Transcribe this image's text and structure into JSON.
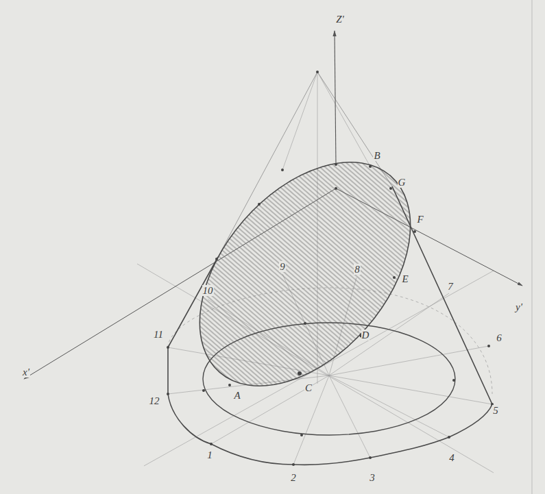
{
  "diagram": {
    "labels": [
      "Z'",
      "B",
      "G",
      "F",
      "y'",
      "E",
      "7",
      "8",
      "9",
      "10",
      "11",
      "12",
      "1",
      "2",
      "3",
      "4",
      "5",
      "6",
      "x'",
      "A",
      "C",
      "D"
    ]
  }
}
